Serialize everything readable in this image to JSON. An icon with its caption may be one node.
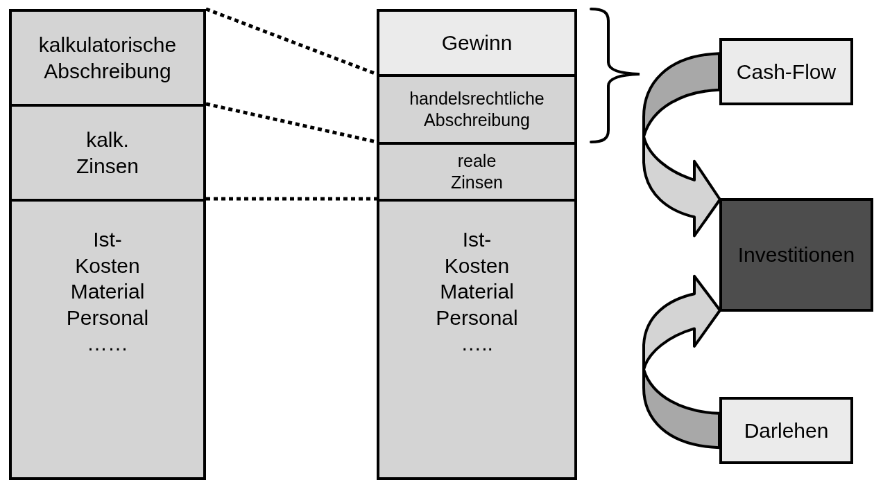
{
  "diagram": {
    "nodes": [
      {
        "text": [
          "kalkulatorische Abschreibung"
        ]
      },
      {
        "text": [
          "kalk. Zinsen"
        ]
      },
      {
        "text": [
          "Ist- Kosten",
          "Material",
          "Personal",
          "……"
        ]
      },
      {
        "text": [
          "Gewinn"
        ]
      },
      {
        "text": [
          "handelsrechtliche Abschreibung"
        ]
      },
      {
        "text": [
          "reale Zinsen"
        ]
      },
      {
        "text": [
          "Ist- Kosten",
          "Material",
          "Personal",
          "….."
        ]
      },
      {
        "text": [
          "Cash-Flow"
        ]
      },
      {
        "text": [
          "Investitionen"
        ]
      },
      {
        "text": [
          "Darlehen"
        ]
      }
    ],
    "edges": [
      {
        "from": 0,
        "to": 4,
        "arrow": "none",
        "style": "dashed"
      },
      {
        "from": 1,
        "to": 5,
        "arrow": "none",
        "style": "dashed"
      },
      {
        "from": 2,
        "to": 6,
        "arrow": "none",
        "style": "dashed"
      },
      {
        "from": 7,
        "to": 8,
        "arrow": "to",
        "style": "thick"
      },
      {
        "from": 9,
        "to": 8,
        "arrow": "to",
        "style": "thick"
      }
    ]
  }
}
